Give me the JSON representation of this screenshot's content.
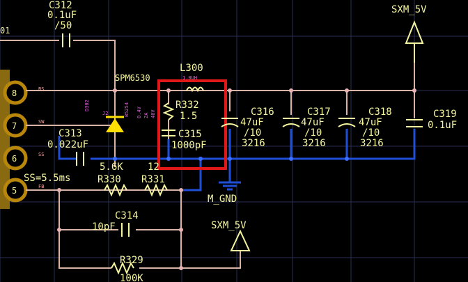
{
  "title": "",
  "colors": {
    "background": "#000000",
    "grid": "#2a2f55",
    "wire_signal": "#d9b3a6",
    "wire_ground": "#1f4fd6",
    "component": "#f5f5a0",
    "pin_body": "#b8860b",
    "highlight_box": "#e01818",
    "diode": "#ffe000"
  },
  "power_top_right": "SXM_5V",
  "power_bottom": "SXM_5V",
  "ground_label": "M_GND",
  "left_partial": "01",
  "connector_pins": [
    {
      "number": "8",
      "net": "BS"
    },
    {
      "number": "7",
      "net": "SW"
    },
    {
      "number": "6",
      "net": "SS"
    },
    {
      "number": "5",
      "net": "FB"
    }
  ],
  "ss_note": "SS=5.5ms",
  "chip_partial": "SPM6530",
  "components": {
    "c312": {
      "ref": "C312",
      "value": "0.1uF",
      "rating": "/50"
    },
    "l300": {
      "ref": "L300",
      "value": "1.0UH"
    },
    "r332": {
      "ref": "R332",
      "value": "1.5"
    },
    "c315": {
      "ref": "C315",
      "value": "1000pF"
    },
    "c313": {
      "ref": "C313",
      "value": "0.022uF"
    },
    "c316": {
      "ref": "C316",
      "value": "47uF",
      "rating": "/10",
      "size": "3216"
    },
    "c317": {
      "ref": "C317",
      "value": "47uF",
      "rating": "/10",
      "size": "3216"
    },
    "c318": {
      "ref": "C318",
      "value": "47uF",
      "rating": "/10",
      "size": "3216"
    },
    "c319": {
      "ref": "C319",
      "value": "0.1uF"
    },
    "r330": {
      "ref": "R330",
      "value": "5.6K"
    },
    "r331": {
      "ref": "R331",
      "value": "12"
    },
    "c314": {
      "ref": "C314",
      "value": "10pF"
    },
    "r329": {
      "ref": "R329",
      "value": "100K"
    },
    "d302": {
      "ref": "D302",
      "part": "B5254",
      "tag": "J2"
    },
    "diode_notes": [
      "0.4V",
      "2A",
      "40V"
    ]
  }
}
